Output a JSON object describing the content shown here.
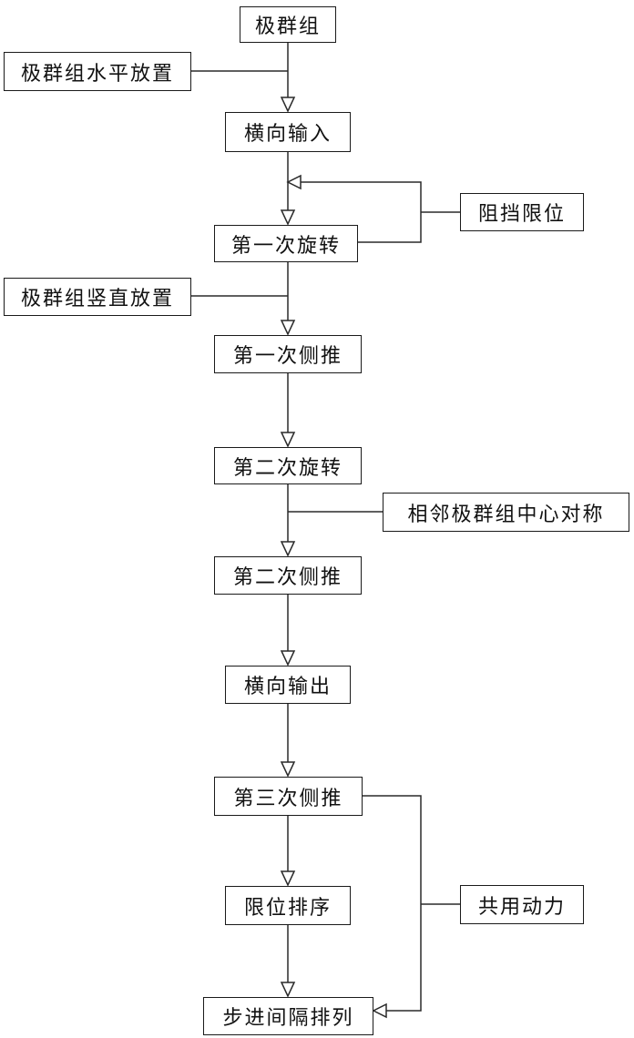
{
  "flowchart": {
    "steps": {
      "pole_group": "极群组",
      "horizontal_input": "横向输入",
      "first_rotation": "第一次旋转",
      "first_side_push": "第一次侧推",
      "second_rotation": "第二次旋转",
      "second_side_push": "第二次侧推",
      "horizontal_output": "横向输出",
      "third_side_push": "第三次侧推",
      "limit_sort": "限位排序",
      "step_interval_arrange": "步进间隔排列"
    },
    "side_notes": {
      "pole_group_horizontal": "极群组水平放置",
      "block_limit": "阻挡限位",
      "pole_group_vertical": "极群组竖直放置",
      "adjacent_symmetric": "相邻极群组中心对称",
      "shared_power": "共用动力"
    }
  }
}
